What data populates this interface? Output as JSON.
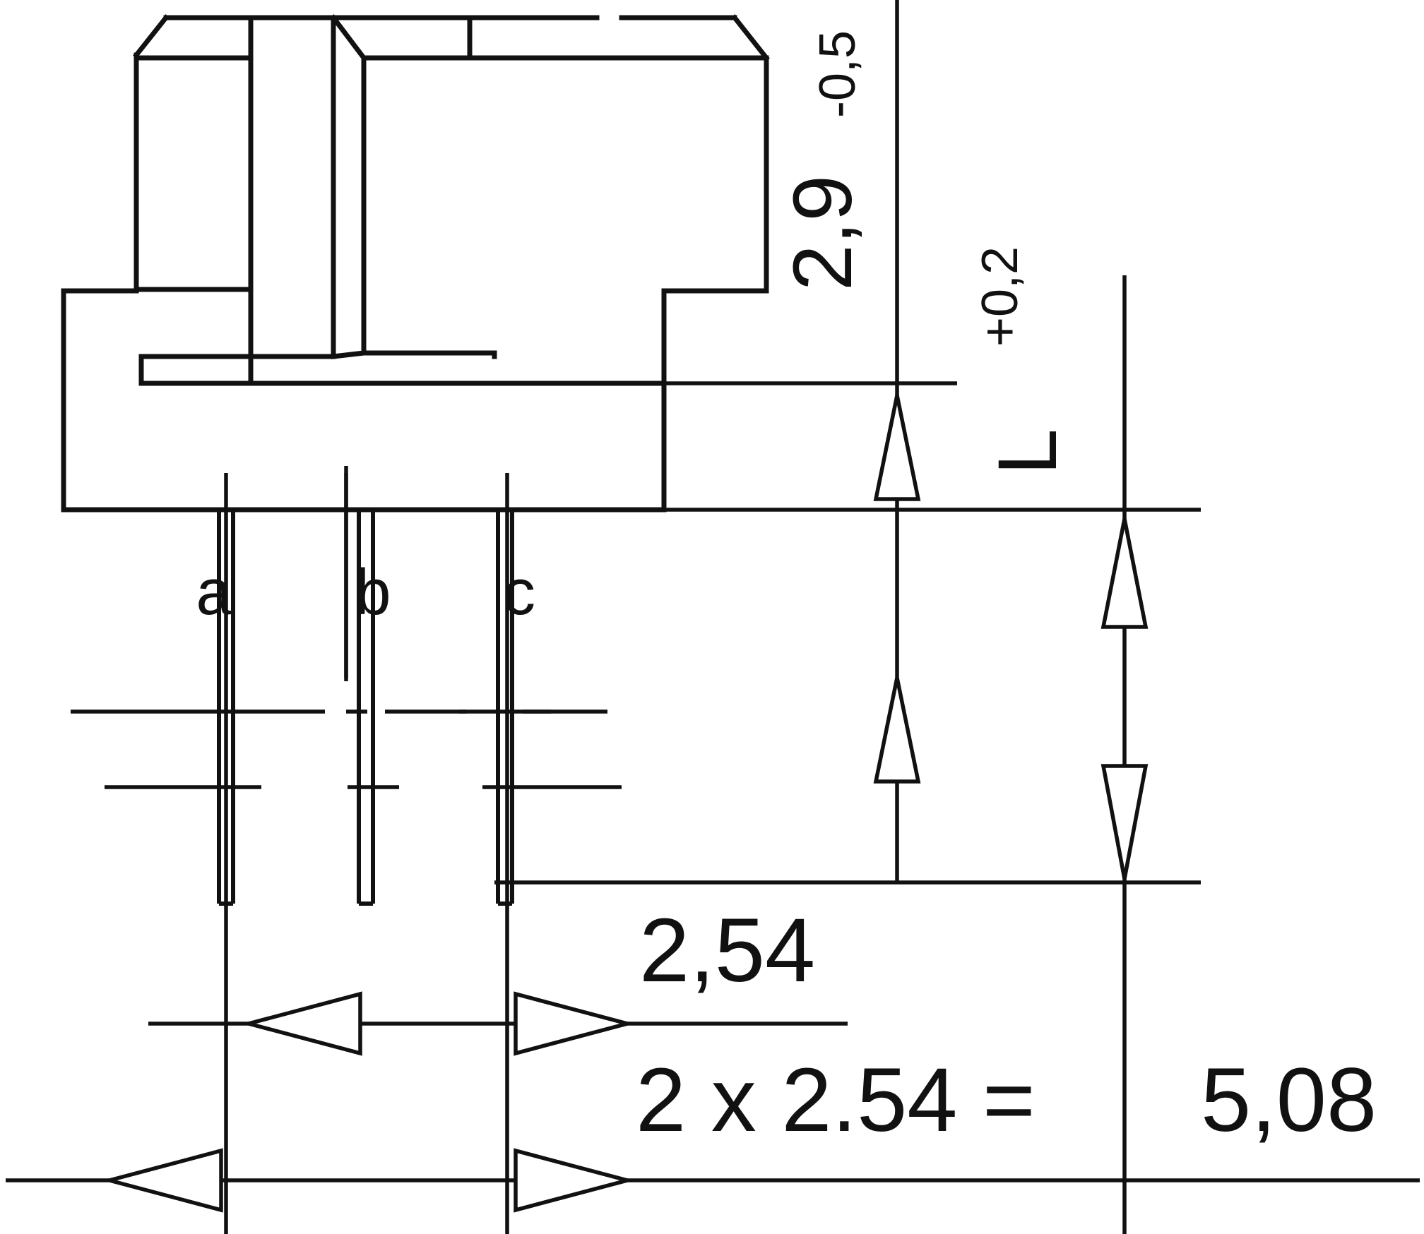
{
  "drawing": {
    "kind": "mechanical-dimension-drawing",
    "subject": "pin-header-connector-side-view",
    "background_color": "#ffffff",
    "line_color": "#111111"
  },
  "pin_labels": [
    {
      "id": "a",
      "text": "a"
    },
    {
      "id": "b",
      "text": "b"
    },
    {
      "id": "c",
      "text": "c"
    }
  ],
  "dimensions": {
    "height_nominal": {
      "value": "2,9",
      "tolerance": "-0,5",
      "orientation": "vertical-rotated"
    },
    "pin_length": {
      "tolerance": "+0,2",
      "value": "L",
      "orientation": "vertical-rotated"
    },
    "pitch": {
      "value": "2,54"
    },
    "total_span": {
      "expression": "2 x 2.54 =",
      "value": "5,08"
    }
  }
}
